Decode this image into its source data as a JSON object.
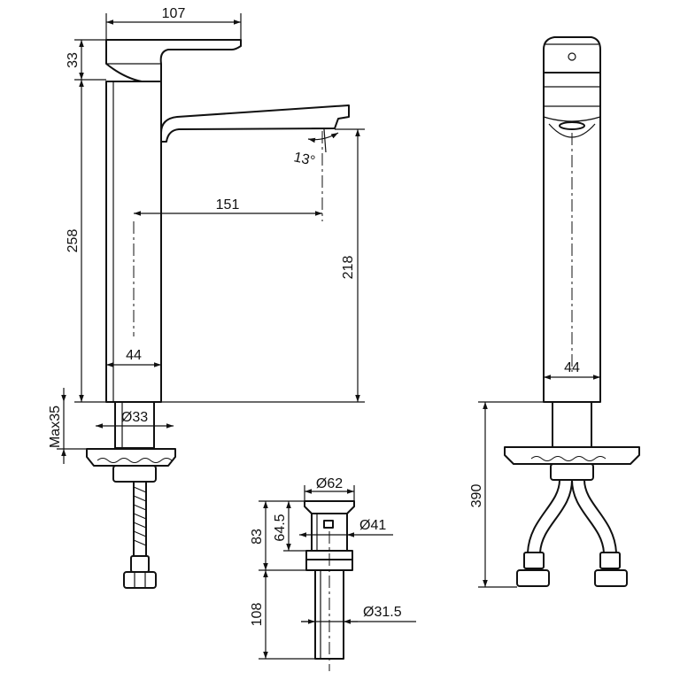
{
  "dimensions": {
    "handle_width": "107",
    "handle_height": "33",
    "body_height": "258",
    "spout_reach": "151",
    "spout_height": "218",
    "body_width_front": "44",
    "body_width_side": "44",
    "deck_thickness": "Max35",
    "shank_diameter": "Ø33",
    "spout_angle": "13°",
    "total_height": "390",
    "waste_top_diameter": "Ø62",
    "waste_height": "83",
    "waste_body_height": "64.5",
    "waste_body_diameter": "Ø41",
    "waste_tail_length": "108",
    "waste_tail_diameter": "Ø31.5"
  }
}
